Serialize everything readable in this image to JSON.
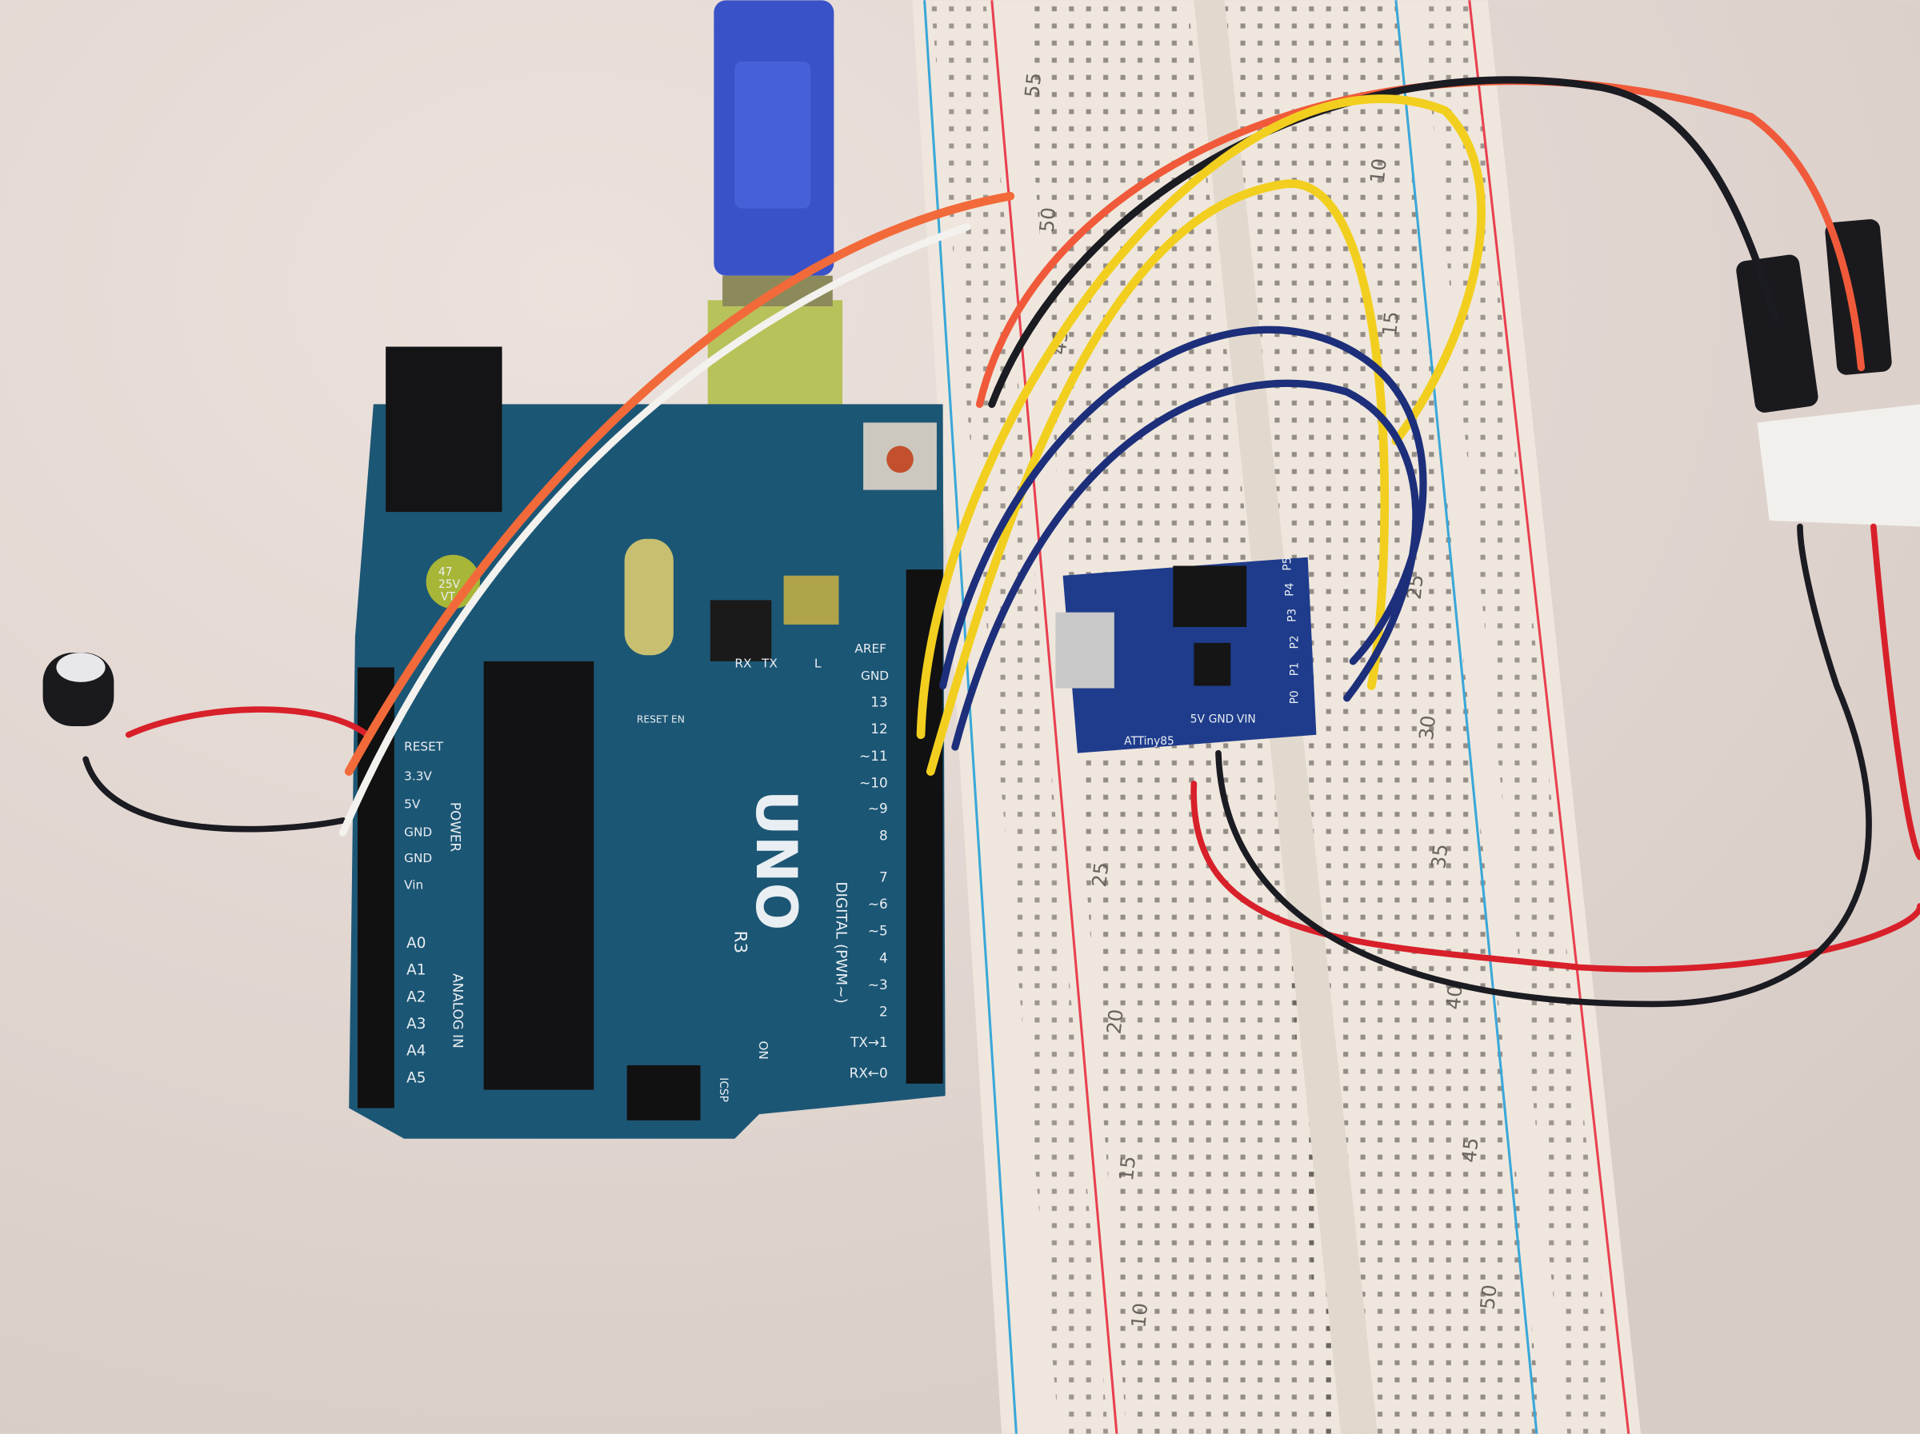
{
  "scene": {
    "arduino": {
      "model": "UNO",
      "revision": "R3",
      "digital_label": "DIGITAL (PWM~)",
      "power_label": "POWER",
      "analog_label": "ANALOG IN",
      "aref_label": "AREF",
      "gnd_label": "GND",
      "icsp_label": "ICSP",
      "on_label": "ON",
      "reset_en_label": "RESET EN",
      "tx_label": "TX",
      "rx_label": "RX",
      "l_label": "L",
      "power_pins": [
        "RESET",
        "3.3V",
        "5V",
        "GND",
        "GND",
        "Vin"
      ],
      "analog_pins": [
        "A0",
        "A1",
        "A2",
        "A3",
        "A4",
        "A5"
      ],
      "digital_pins": [
        "13",
        "12",
        "~11",
        "~10",
        "~9",
        "8",
        "7",
        "~6",
        "~5",
        "4",
        "~3",
        "2",
        "TX→1",
        "RX←0"
      ],
      "capacitor_text": [
        "47",
        "25V",
        "VT"
      ]
    },
    "digispark": {
      "name": "ATTiny85",
      "power_pins": [
        "5V",
        "GND",
        "VIN"
      ],
      "io_pins": [
        "P0",
        "P1",
        "P2",
        "P3",
        "P4",
        "P5"
      ]
    },
    "breadboard": {
      "left_numbers": [
        "55",
        "50",
        "45",
        "25",
        "20",
        "15",
        "10"
      ],
      "right_numbers": [
        "10",
        "15",
        "25",
        "30",
        "35",
        "40",
        "45",
        "50"
      ]
    },
    "colors": {
      "board": "#1c5675",
      "breadboard": "#efe7dd",
      "digispark": "#1f3c8c",
      "wire_orange": "#f26a3a",
      "wire_yellow": "#f2cf1f",
      "wire_blue": "#1d2f7a",
      "wire_red": "#d8202a",
      "wire_black": "#1b1b22",
      "usb_blue": "#3a52c8"
    }
  }
}
